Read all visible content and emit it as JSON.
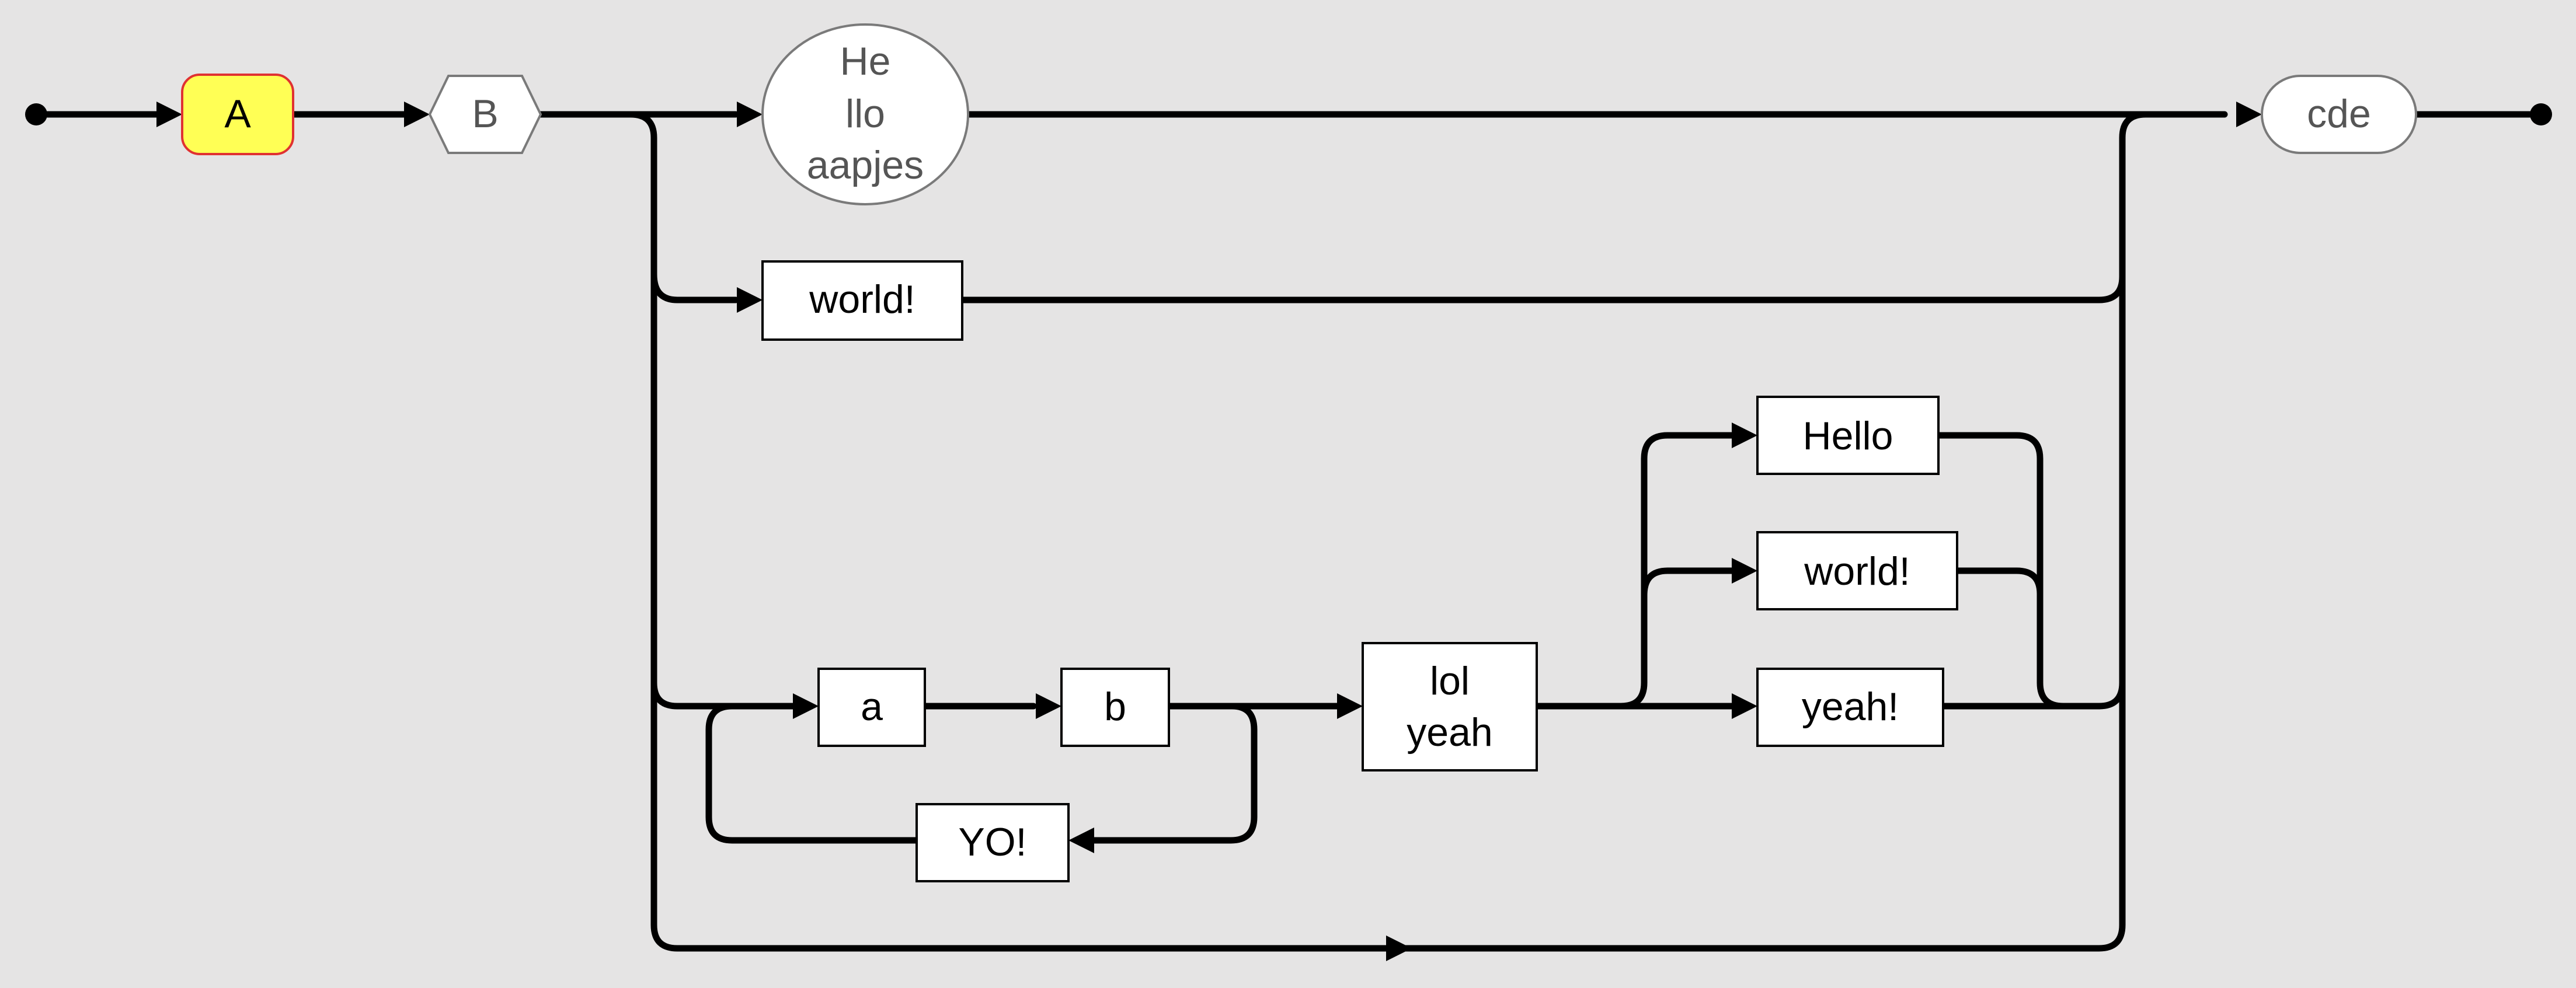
{
  "diagram": {
    "type": "railroad",
    "nodes": {
      "a_big": "A",
      "b_hex": "B",
      "hello_circle": [
        "He",
        "llo",
        "aapjes"
      ],
      "world_top": "world!",
      "a_small": "a",
      "b_small": "b",
      "yo": "YO!",
      "lol_yeah": [
        "lol",
        "yeah"
      ],
      "hello": "Hello",
      "world_mid": "world!",
      "yeah": "yeah!",
      "cde": "cde"
    },
    "colors": {
      "background": "#e5e4e4",
      "track": "#000000",
      "highlight_fill": "#ffff55",
      "highlight_border": "#e03131",
      "terminal_border": "#7a7a7a"
    }
  }
}
